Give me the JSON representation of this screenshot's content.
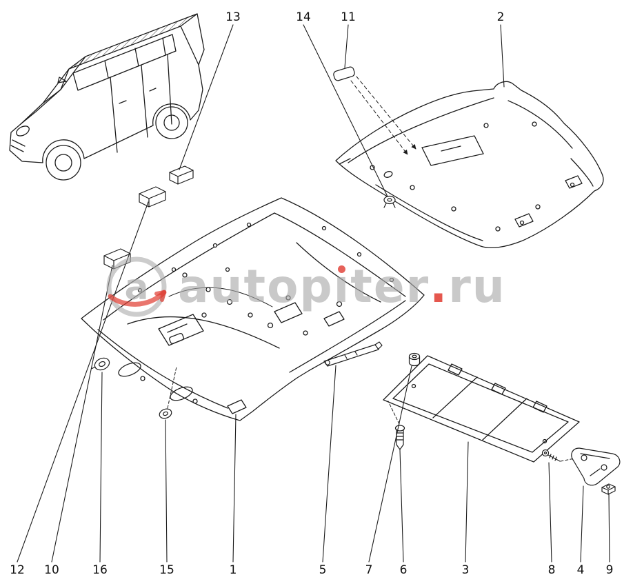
{
  "watermark": {
    "full_text": "autopiter.ru",
    "seg1": "autop",
    "seg_i": "ı",
    "seg2": "ter",
    "seg_dot": ".",
    "seg3": "ru",
    "logo_letter": "a",
    "gray_color": "#a8a8a8",
    "red_color": "#e03a2f"
  },
  "callouts": {
    "top": [
      {
        "label": "13"
      },
      {
        "label": "14"
      },
      {
        "label": "11"
      },
      {
        "label": "2"
      }
    ],
    "bottom": [
      {
        "label": "12"
      },
      {
        "label": "10"
      },
      {
        "label": "16"
      },
      {
        "label": "15"
      },
      {
        "label": "1"
      },
      {
        "label": "5"
      },
      {
        "label": "7"
      },
      {
        "label": "6"
      },
      {
        "label": "3"
      },
      {
        "label": "8"
      },
      {
        "label": "4"
      },
      {
        "label": "9"
      }
    ]
  }
}
